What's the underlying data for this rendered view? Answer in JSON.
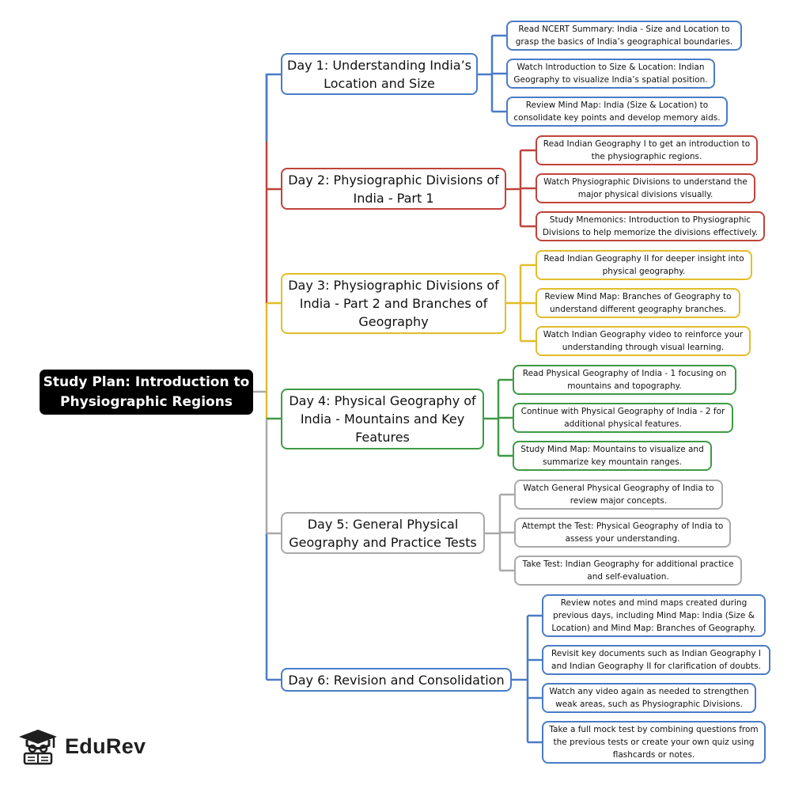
{
  "root": {
    "label": "Study Plan: Introduction to Physiographic Regions"
  },
  "days": [
    {
      "label": "Day 1: Understanding India’s Location and Size",
      "color": "#4a7cc6",
      "tasks": [
        "Read NCERT Summary: India - Size and Location to grasp the basics of India’s geographical boundaries.",
        "Watch Introduction to Size & Location: Indian Geography to visualize India’s spatial position.",
        "Review Mind Map: India (Size & Location) to consolidate key points and develop memory aids."
      ]
    },
    {
      "label": "Day 2: Physiographic Divisions of India - Part 1",
      "color": "#c0433a",
      "tasks": [
        "Read Indian Geography I to get an introduction to the physiographic regions.",
        "Watch Physiographic Divisions to understand the major physical divisions visually.",
        "Study Mnemonics: Introduction to Physiographic Divisions to help memorize the divisions effectively."
      ]
    },
    {
      "label": "Day 3: Physiographic Divisions of India - Part 2 and Branches of Geography",
      "color": "#e2bd2b",
      "tasks": [
        "Read Indian Geography II for deeper insight into physical geography.",
        "Review Mind Map: Branches of Geography to understand different geography branches.",
        "Watch Indian Geography video to reinforce your understanding through visual learning."
      ]
    },
    {
      "label": "Day 4: Physical Geography of India - Mountains and Key Features",
      "color": "#3f9a45",
      "tasks": [
        "Read Physical Geography of India - 1 focusing on mountains and topography.",
        "Continue with Physical Geography of India - 2 for additional physical features.",
        "Study Mind Map: Mountains to visualize and summarize key mountain ranges."
      ]
    },
    {
      "label": "Day 5: General Physical Geography and Practice Tests",
      "color": "#a9a9a9",
      "tasks": [
        "Watch General Physical Geography of India to review major concepts.",
        "Attempt the Test: Physical Geography of India to assess your understanding.",
        "Take Test: Indian Geography for additional practice and self-evaluation."
      ]
    },
    {
      "label": "Day 6: Revision and Consolidation",
      "color": "#4a7cc6",
      "tasks": [
        "Review notes and mind maps created during previous days, including Mind Map: India (Size & Location) and Mind Map: Branches of Geography.",
        "Revisit key documents such as Indian Geography I and Indian Geography II for clarification of doubts.",
        "Watch any video again as needed to strengthen weak areas, such as Physiographic Divisions.",
        "Take a full mock test by combining questions from the previous tests or create your own quiz using flashcards or notes."
      ]
    }
  ],
  "brand": {
    "name": "EduRev",
    "icon": "graduation-cap-icon"
  }
}
